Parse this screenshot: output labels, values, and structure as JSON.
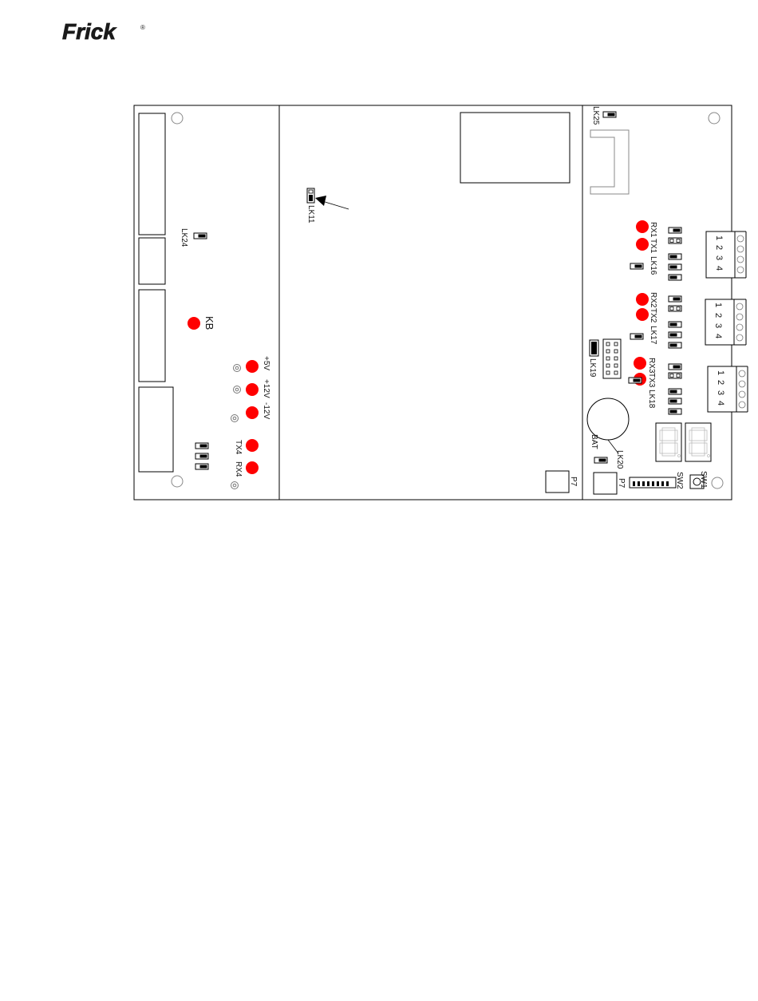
{
  "brand": {
    "logo_text": "Frick",
    "registered": "®"
  },
  "labels": {
    "lk24": "LK24",
    "kb": "KB",
    "p5v": "+5V",
    "p12v": "+12V",
    "m12v": "-12V",
    "tx4": "TX4",
    "rx4": "RX4",
    "lk11": "LK11",
    "p7_center": "P7",
    "lk25": "LK25",
    "rx1": "RX1",
    "tx1": "TX1",
    "lk16": "LK16",
    "rx2": "RX2",
    "tx2": "TX2",
    "lk17": "LK17",
    "rx3": "RX3",
    "tx3": "TX3",
    "lk18": "LK18",
    "lk19": "LK19",
    "bat": "BAT",
    "lk20": "LK20",
    "p7_right": "P7",
    "sw2": "SW2",
    "sw1": "SW1"
  },
  "terminal_blocks": [
    {
      "numbers": [
        "1",
        "2",
        "3",
        "4"
      ]
    },
    {
      "numbers": [
        "1",
        "2",
        "3",
        "4"
      ]
    },
    {
      "numbers": [
        "1",
        "2",
        "3",
        "4"
      ]
    }
  ],
  "colors": {
    "led": "#ff0000",
    "line": "#000000",
    "connector_gray": "#888888"
  }
}
